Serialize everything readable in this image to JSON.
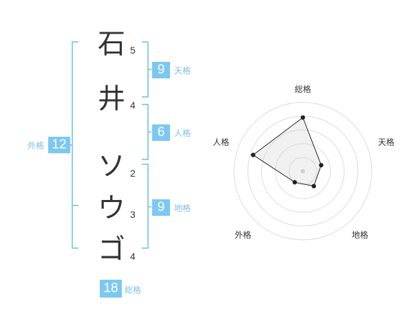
{
  "name": {
    "characters": [
      {
        "char": "石",
        "strokes": "5"
      },
      {
        "char": "井",
        "strokes": "4"
      },
      {
        "char": "ソ",
        "strokes": "2"
      },
      {
        "char": "ウ",
        "strokes": "3"
      },
      {
        "char": "ゴ",
        "strokes": "4"
      }
    ]
  },
  "fortune": {
    "tenkaku": {
      "label": "天格",
      "value": "9"
    },
    "jinkaku": {
      "label": "人格",
      "value": "6"
    },
    "chikaku": {
      "label": "地格",
      "value": "9"
    },
    "gaikaku": {
      "label": "外格",
      "value": "12"
    },
    "soukaku": {
      "label": "総格",
      "value": "18"
    }
  },
  "colors": {
    "accent": "#7dc8f2",
    "bracket": "#8ecdf0",
    "label": "#7fc0e8",
    "text": "#333333"
  },
  "chart_data": {
    "type": "radar",
    "axes": [
      "総格",
      "天格",
      "地格",
      "外格",
      "人格"
    ],
    "values": [
      18,
      9,
      9,
      12,
      6
    ],
    "rings": 5,
    "ring_step": 0.2,
    "point_levels": [
      0.78,
      0.28,
      0.27,
      0.2,
      0.76
    ],
    "grid": true
  }
}
